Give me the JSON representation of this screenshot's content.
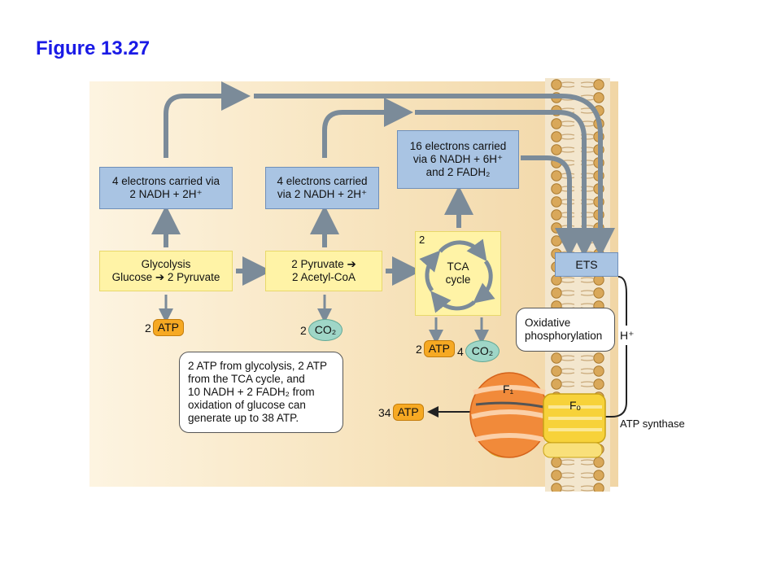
{
  "figure": {
    "title": "Figure 13.27"
  },
  "boxes": {
    "glyco_electrons": {
      "line1": "4 electrons carried via",
      "line2": "2 NADH + 2H⁺"
    },
    "pyruvate_electrons": {
      "line1": "4 electrons carried",
      "line2": "via 2 NADH + 2H⁺"
    },
    "tca_electrons": {
      "line1": "16 electrons carried",
      "line2": "via 6 NADH + 6H⁺",
      "line3": "and 2 FADH₂"
    },
    "glycolysis": {
      "line1": "Glycolysis",
      "line2": "Glucose ➔ 2 Pyruvate"
    },
    "pyruvate": {
      "line1": "2 Pyruvate ➔",
      "line2": "2 Acetyl-CoA"
    },
    "tca": {
      "count": "2",
      "line1": "TCA",
      "line2": "cycle"
    },
    "ets": {
      "label": "ETS"
    },
    "oxphos": {
      "line1": "Oxidative",
      "line2": "phosphorylation"
    },
    "summary": {
      "line1": "2 ATP from glycolysis, 2 ATP",
      "line2": "from the TCA cycle, and",
      "line3": "10 NADH + 2 FADH₂ from",
      "line4": "oxidation of glucose can",
      "line5": "generate up to 38 ATP."
    }
  },
  "products": {
    "glyco_atp": {
      "count": "2",
      "label": "ATP"
    },
    "pyruvate_co2": {
      "count": "2",
      "label": "CO₂"
    },
    "tca_atp": {
      "count": "2",
      "label": "ATP"
    },
    "tca_co2": {
      "count": "4",
      "label": "CO₂"
    },
    "synthase_atp": {
      "count": "34",
      "label": "ATP"
    }
  },
  "enzyme": {
    "f1": "F₁",
    "fo": "Fₒ",
    "proton": "H⁺",
    "name": "ATP synthase"
  },
  "colors": {
    "title": "#1a1ae6",
    "arrow": "#7b8b99",
    "electron_box": "#a9c4e3",
    "process_box": "#fff3a6",
    "atp": "#f6a923",
    "co2": "#9fd6c7",
    "f1": "#f07a2e",
    "fo": "#f5cd34"
  }
}
